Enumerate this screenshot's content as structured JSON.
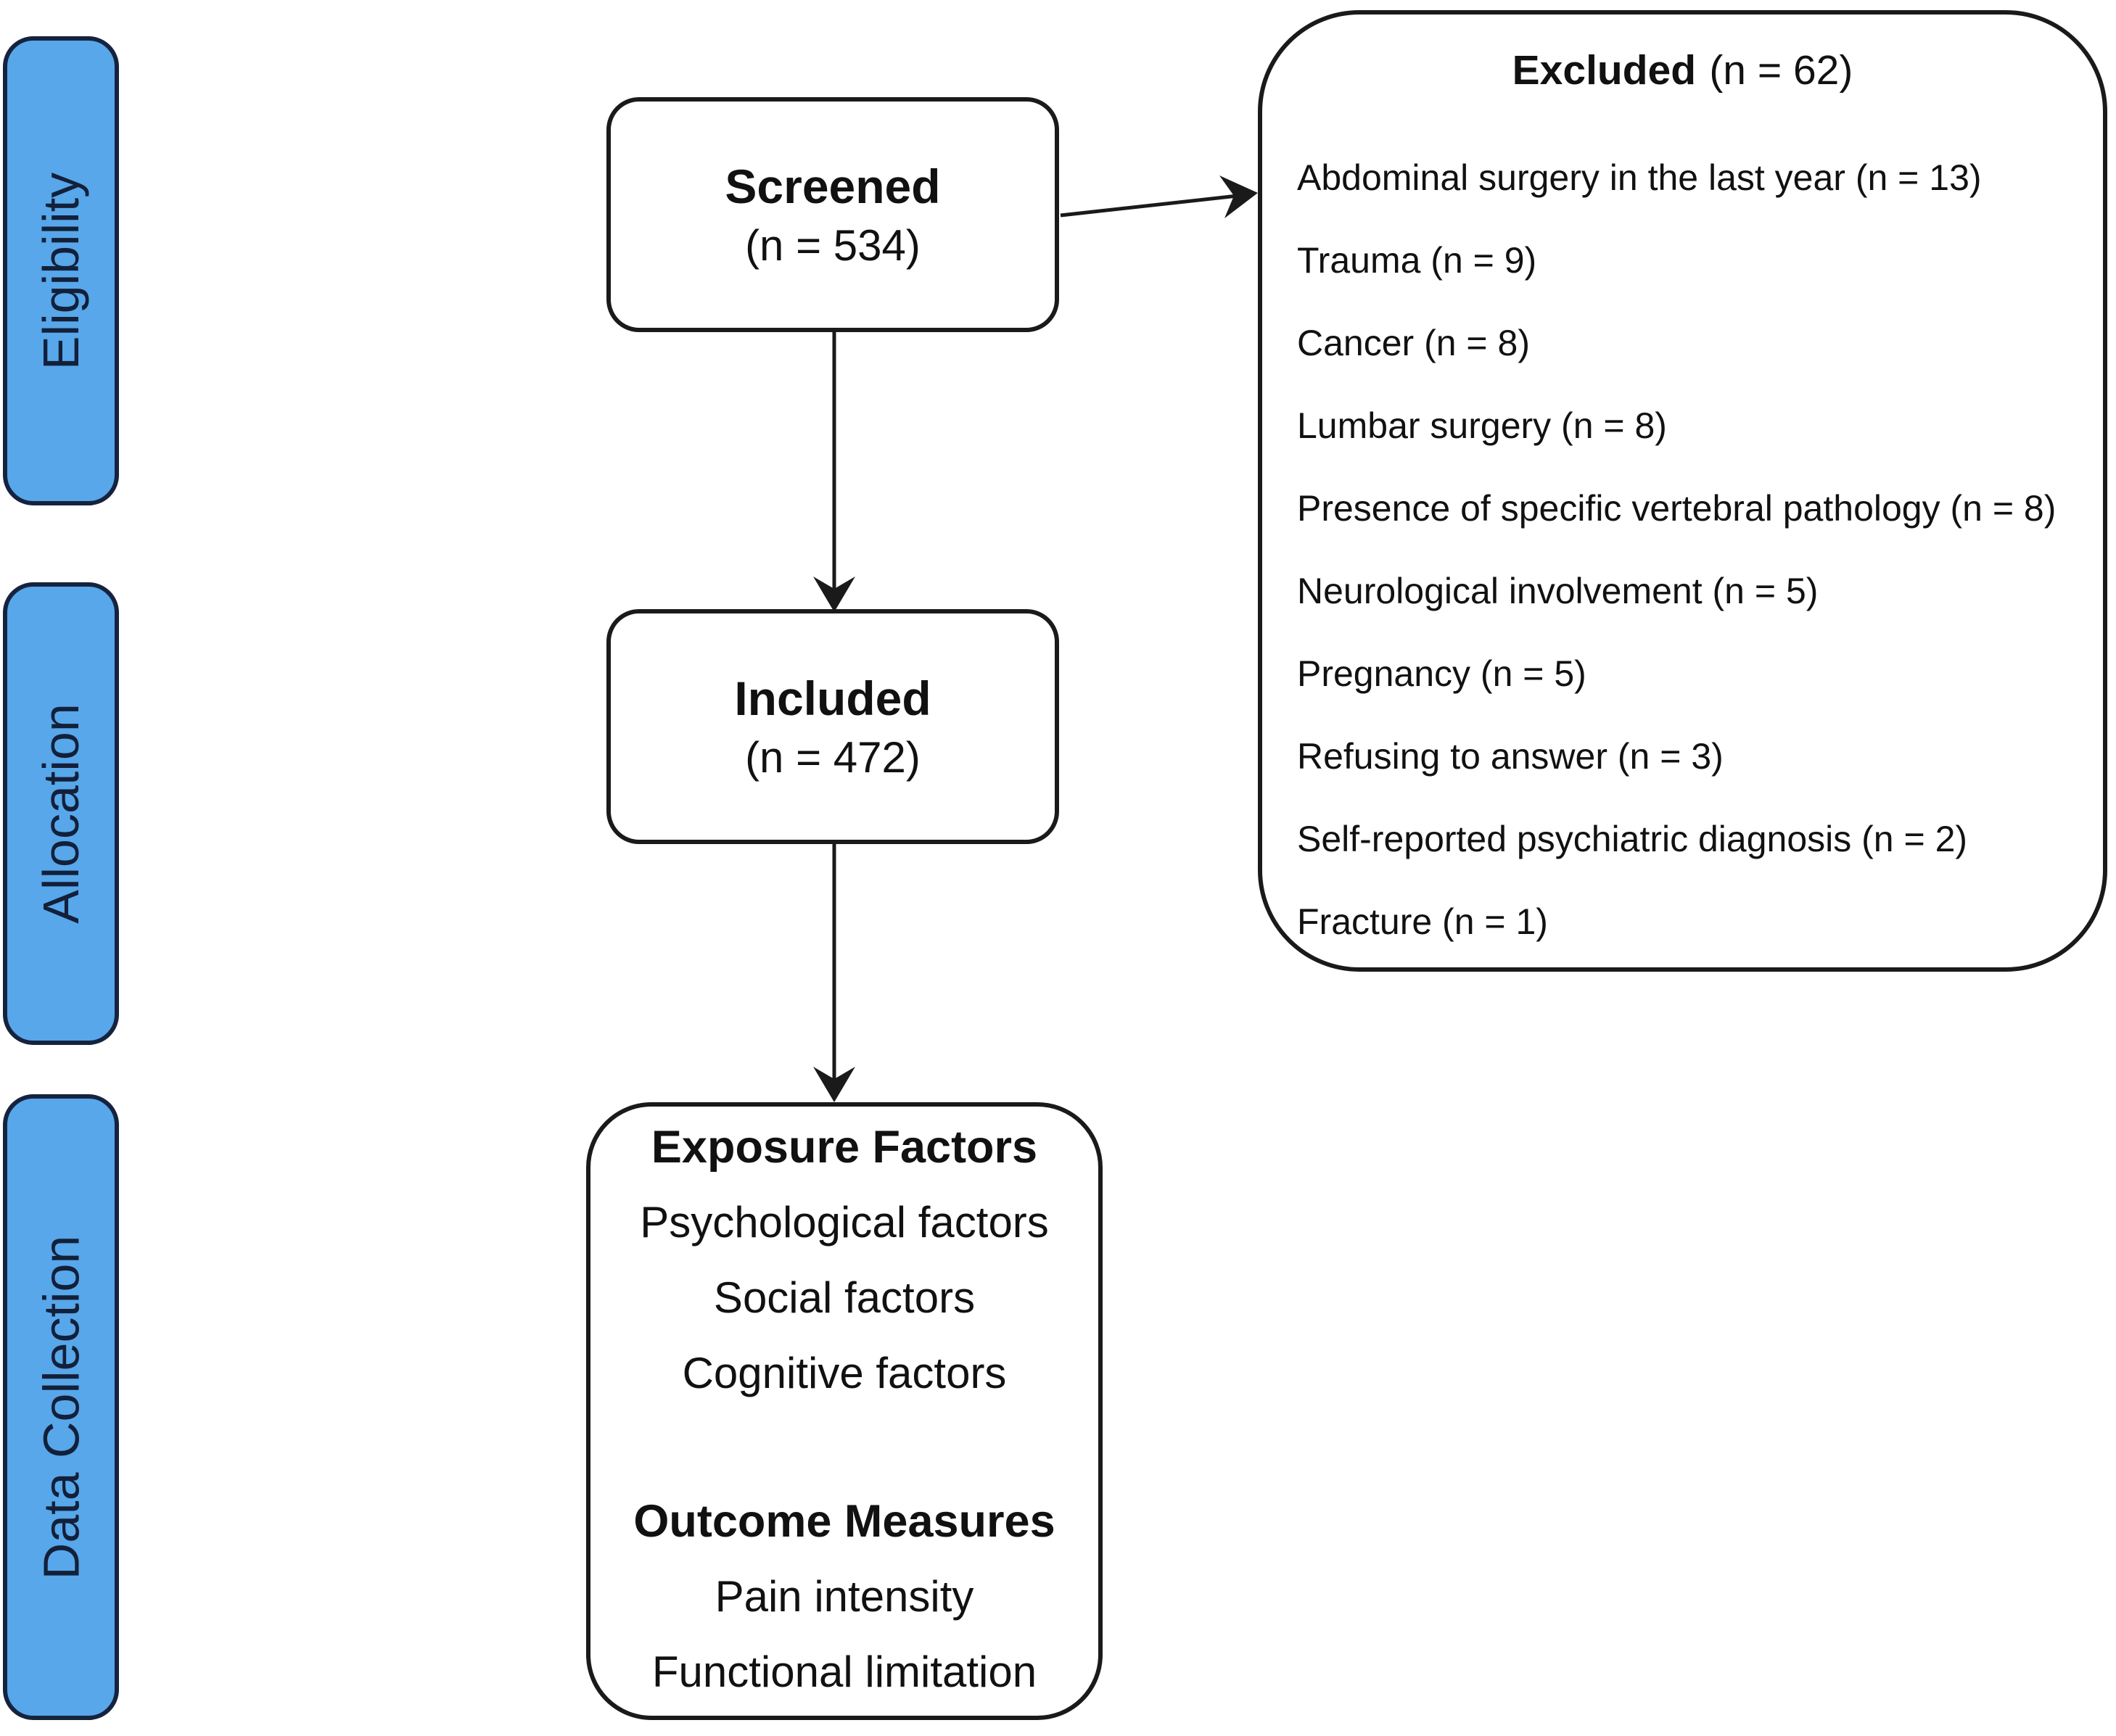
{
  "stages": [
    {
      "label": "Eligibility"
    },
    {
      "label": "Allocation"
    },
    {
      "label": "Data Collection"
    }
  ],
  "nodes": {
    "screened": {
      "title": "Screened",
      "n": "(n = 534)"
    },
    "included": {
      "title": "Included",
      "n": "(n = 472)"
    },
    "excluded": {
      "title": "Excluded",
      "n": "(n = 62)",
      "reasons": [
        "Abdominal surgery in the last year (n = 13)",
        "Trauma (n = 9)",
        "Cancer (n = 8)",
        "Lumbar surgery (n = 8)",
        "Presence of specific vertebral pathology (n = 8)",
        "Neurological involvement (n = 5)",
        "Pregnancy (n = 5)",
        "Refusing to answer (n = 3)",
        "Self-reported psychiatric diagnosis (n = 2)",
        "Fracture (n = 1)"
      ]
    },
    "data_collection": {
      "exposure_heading": "Exposure Factors",
      "exposure_items": [
        "Psychological factors",
        "Social factors",
        "Cognitive factors"
      ],
      "outcome_heading": "Outcome Measures",
      "outcome_items": [
        "Pain intensity",
        "Functional limitation"
      ]
    }
  },
  "colors": {
    "stage_fill": "#57a7ea",
    "stage_border": "#16233e",
    "stage_text": "#13203a",
    "node_border": "#1a1a1a",
    "arrow": "#1a1a1a",
    "background": "#ffffff"
  }
}
